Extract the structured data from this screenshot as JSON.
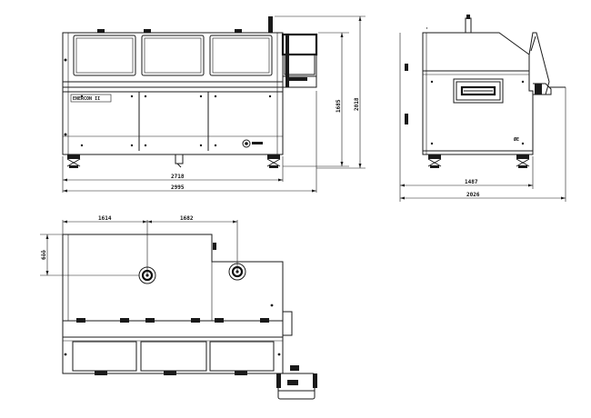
{
  "drawing": {
    "front_view": {
      "panel_label": "ENERCON II",
      "dim_inner_width": "2718",
      "dim_overall_width": "2995",
      "dim_height_inner": "1685",
      "dim_height_overall": "2018"
    },
    "side_view": {
      "top_label": "‘",
      "corner_label": "ØE",
      "dim_inner_width": "1487",
      "dim_overall_width": "2026"
    },
    "top_view": {
      "dim_left_span": "1614",
      "dim_right_span": "1682",
      "dim_left_depth": "6öö"
    }
  }
}
